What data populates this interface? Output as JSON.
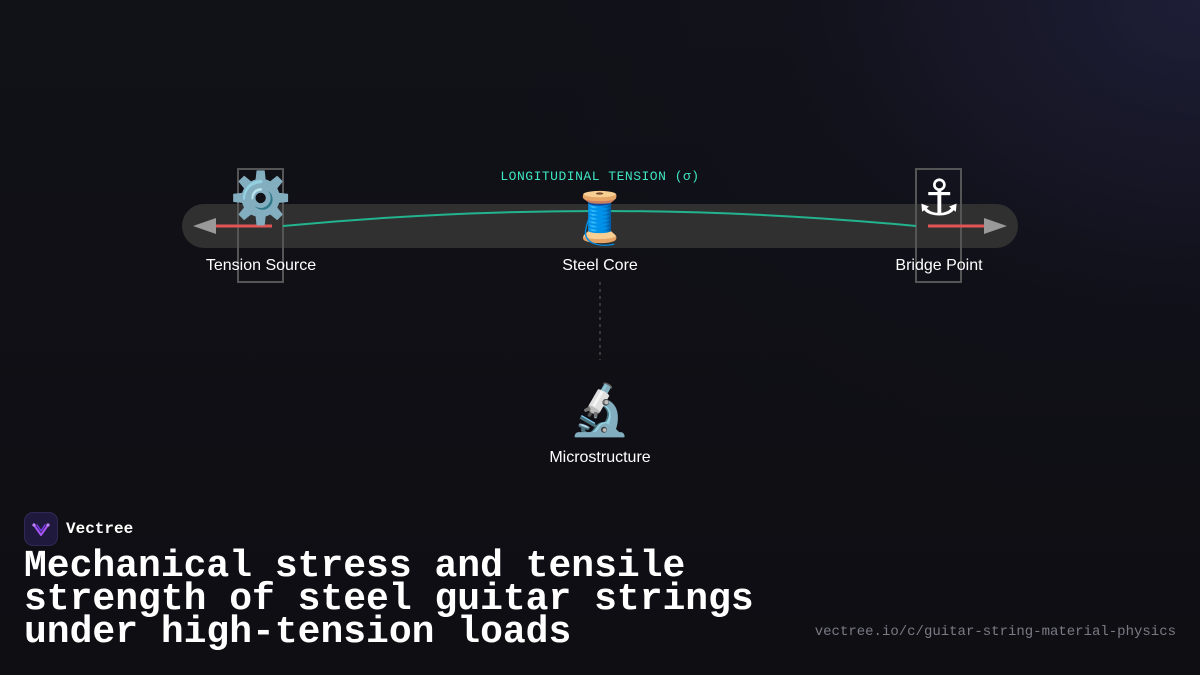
{
  "diagram": {
    "tension_label": "LONGITUDINAL TENSION (σ)",
    "nodes": [
      {
        "id": "tension-source",
        "label": "Tension Source",
        "icon": "gear-icon",
        "glyph": "⚙️"
      },
      {
        "id": "steel-core",
        "label": "Steel Core",
        "icon": "spool-of-thread-icon",
        "glyph": "🧵"
      },
      {
        "id": "bridge-point",
        "label": "Bridge Point",
        "icon": "anchor-icon",
        "glyph": "⚓"
      },
      {
        "id": "microstructure",
        "label": "Microstructure",
        "icon": "microscope-icon",
        "glyph": "🔬"
      }
    ],
    "colors": {
      "accent": "#3ee6c2",
      "curve": "#22b38f",
      "arrow": "#9a9a9a",
      "stress_marker": "#e05555",
      "string_band": "#303030",
      "frame": "#555555"
    }
  },
  "footer": {
    "brand_name": "Vectree",
    "brand_icon": "vectree-logo-icon",
    "title": "Mechanical stress and tensile strength of steel guitar strings under high-tension loads",
    "url": "vectree.io/c/guitar-string-material-physics"
  }
}
